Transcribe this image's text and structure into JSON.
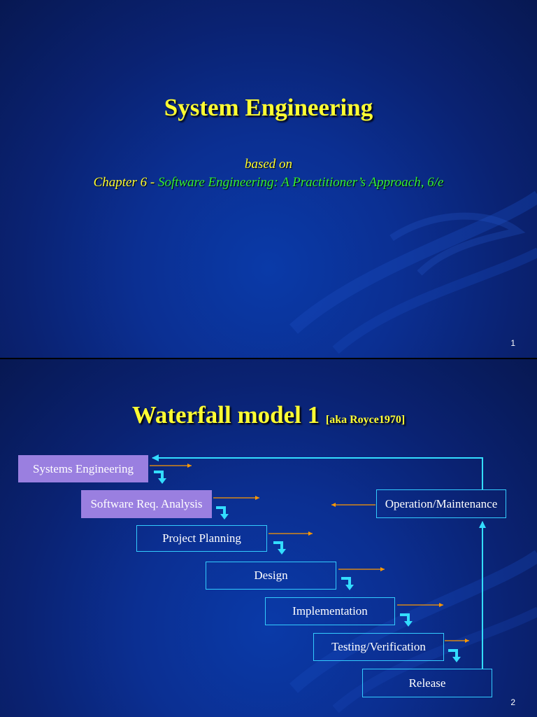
{
  "slide1": {
    "title": "System Engineering",
    "based_on": "based on",
    "chapter": "Chapter 6 - ",
    "book": "Software Engineering: A Practitioner’s Approach, 6/e",
    "page_number": "1"
  },
  "slide2": {
    "title": "Waterfall model 1",
    "aka": "[aka Royce1970]",
    "page_number": "2",
    "stages": [
      "Systems Engineering",
      "Software Req. Analysis",
      "Project Planning",
      "Design",
      "Implementation",
      "Testing/Verification",
      "Release"
    ],
    "operation": "Operation/Maintenance"
  },
  "colors": {
    "title": "#ffff33",
    "book_title": "#33ee33",
    "box_border": "#33ccff",
    "filled_box": "#9a7fe0",
    "orange_arrow": "#ff9900",
    "cyan_arrow": "#33ddff"
  }
}
